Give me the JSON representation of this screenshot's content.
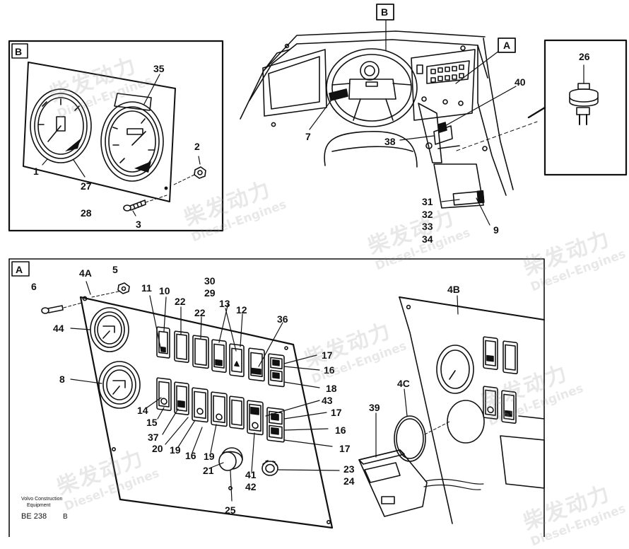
{
  "panels": {
    "B": "B",
    "A": "A"
  },
  "callouts": {
    "c1": "1",
    "c2": "2",
    "c3": "3",
    "c27": "27",
    "c28": "28",
    "c35": "35",
    "cB": "B",
    "cA": "A",
    "c7": "7",
    "c26": "26",
    "c40": "40",
    "c38": "38",
    "c31": "31",
    "c32": "32",
    "c33": "33",
    "c34": "34",
    "c9": "9",
    "c4A": "4A",
    "c5": "5",
    "c6": "6",
    "c44": "44",
    "c8": "8",
    "c11": "11",
    "c10": "10",
    "c22a": "22",
    "c22b": "22",
    "c30": "30",
    "c29": "29",
    "c13": "13",
    "c12": "12",
    "c36": "36",
    "c17a": "17",
    "c16a": "16",
    "c18": "18",
    "c43": "43",
    "c17b": "17",
    "c16b": "16",
    "c17c": "17",
    "c14": "14",
    "c15": "15",
    "c37": "37",
    "c20": "20",
    "c19a": "19",
    "c16c": "16",
    "c19b": "19",
    "c21": "21",
    "c41": "41",
    "c42": "42",
    "c23": "23",
    "c24": "24",
    "c25": "25",
    "c39": "39",
    "c4C": "4C",
    "c4B": "4B"
  },
  "footer": {
    "maker_line1": "Volvo Construction",
    "maker_line2": "Equipment",
    "code": "BE 238",
    "code_suffix": "B"
  },
  "watermark": {
    "cn": "柴发动力",
    "en": "Diesel-Engines"
  }
}
